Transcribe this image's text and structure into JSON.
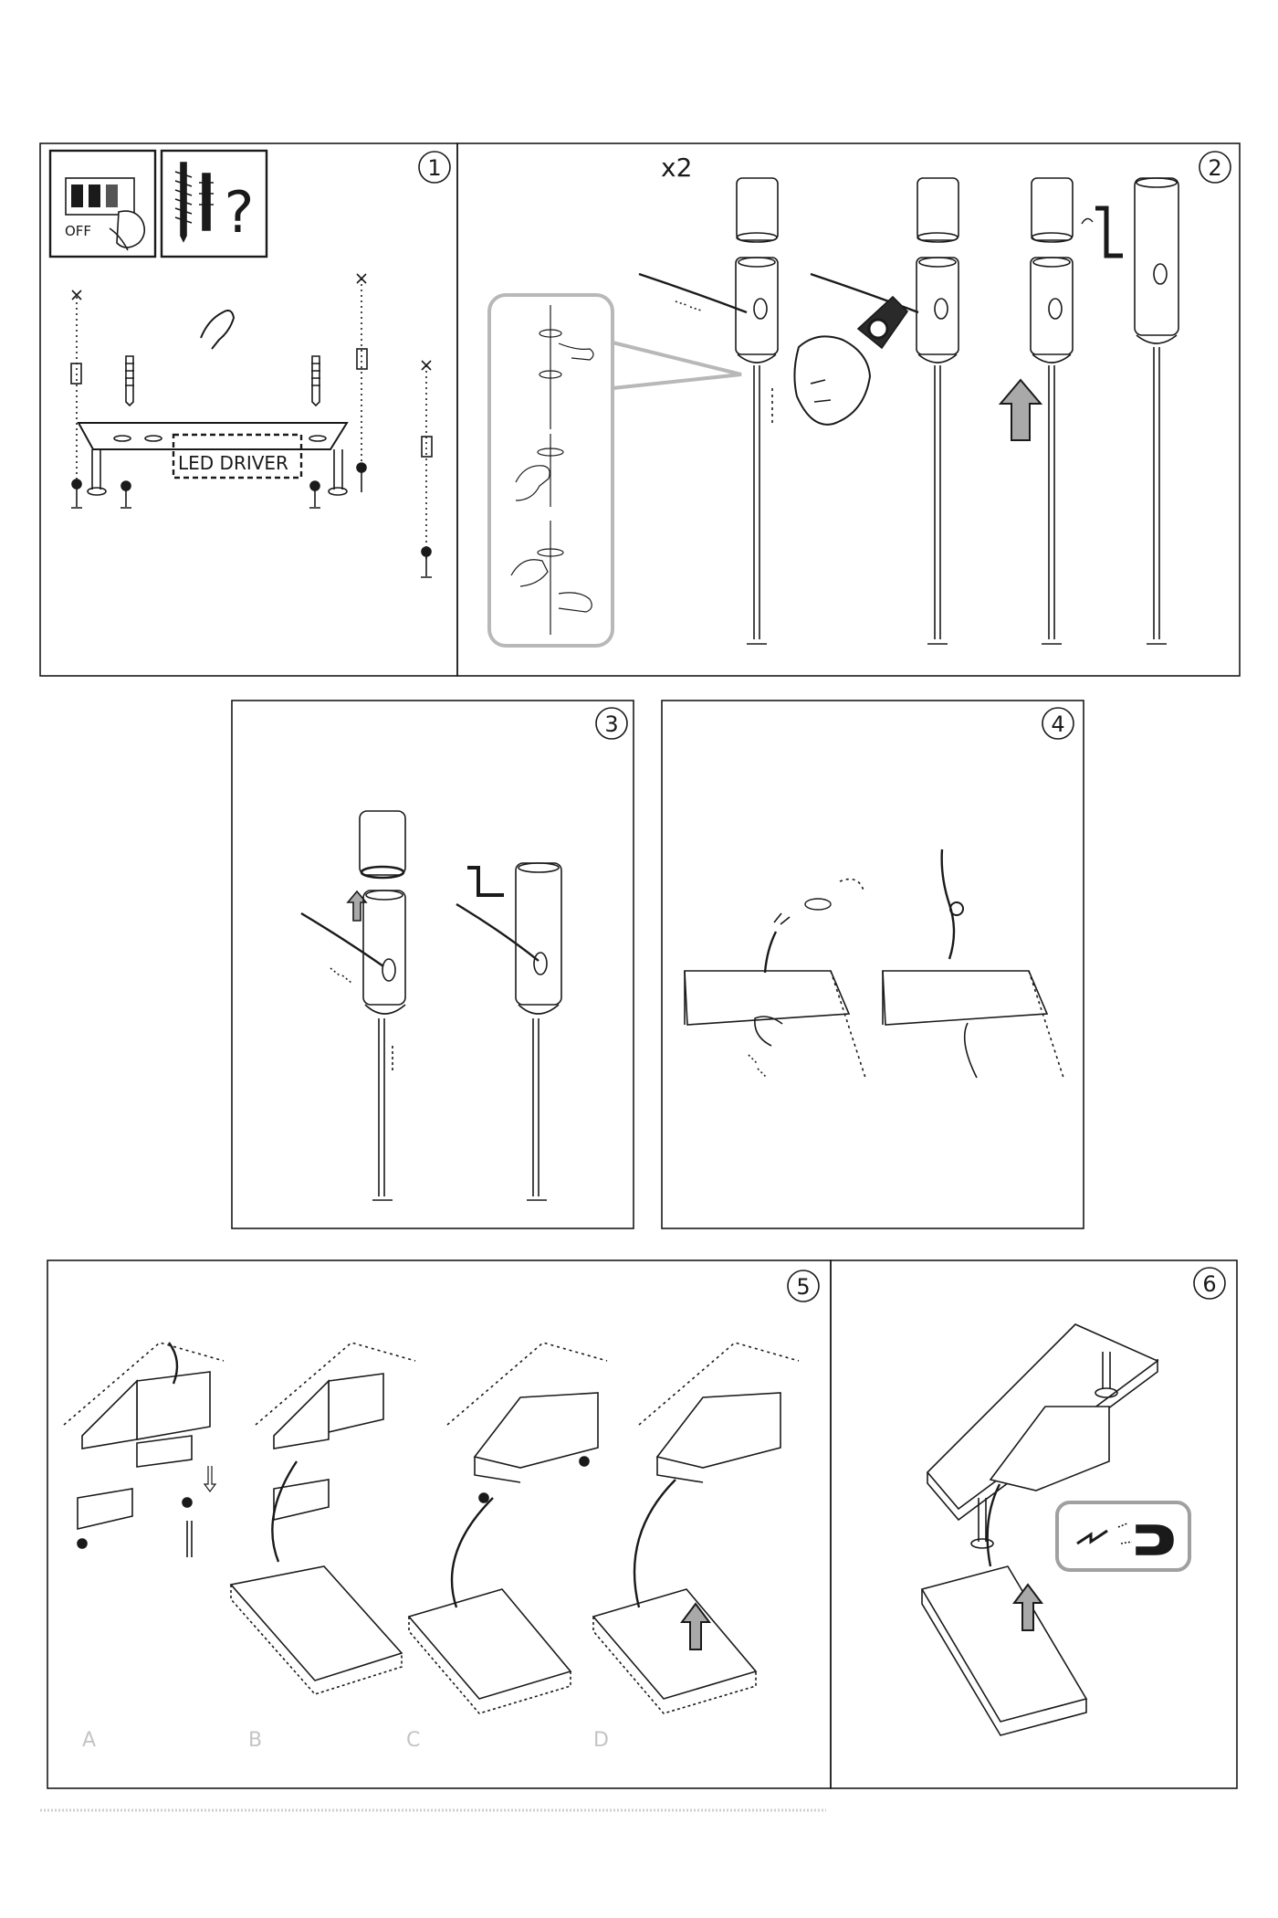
{
  "steps": [
    {
      "number": "1"
    },
    {
      "number": "2"
    },
    {
      "number": "3"
    },
    {
      "number": "4"
    },
    {
      "number": "5"
    },
    {
      "number": "6"
    }
  ],
  "step1": {
    "breaker_label": "OFF",
    "question_mark": "?",
    "driver_label": "LED DRIVER"
  },
  "step2": {
    "multiplier": "x2"
  },
  "step5": {
    "sub_labels": [
      "A",
      "B",
      "C",
      "D"
    ]
  },
  "colors": {
    "line": "#1a1a1a",
    "callout": "#b8b8b8",
    "arrow_fill": "#a9a9a9",
    "sub_label": "#c4c4c4"
  },
  "icons": [
    "breaker-off-icon",
    "screw-anchor-icon",
    "question-icon",
    "scissors-icon",
    "allen-key-icon",
    "magnet-icon",
    "up-arrow-icon"
  ]
}
